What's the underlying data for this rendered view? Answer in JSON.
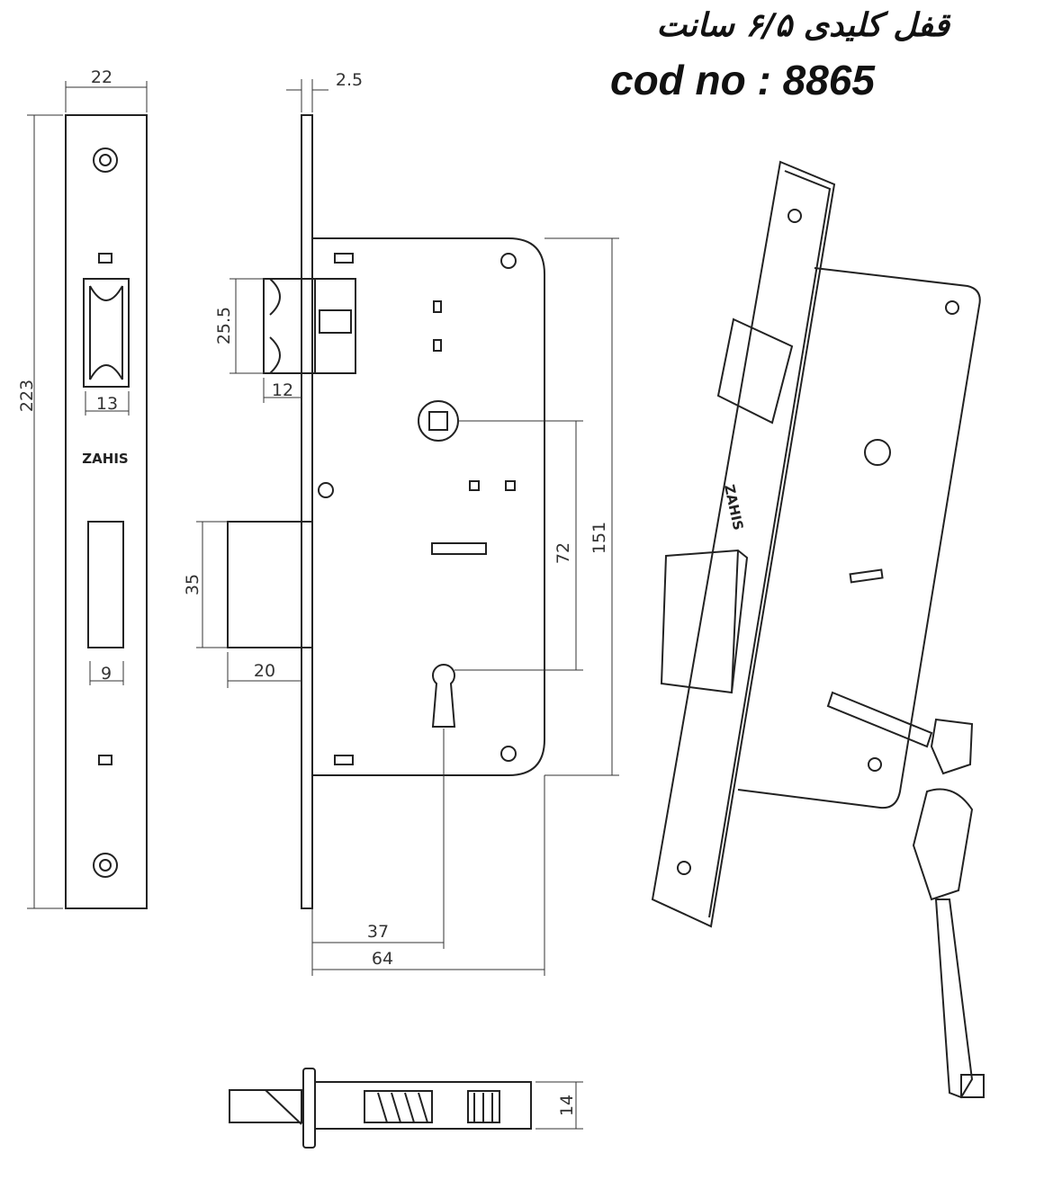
{
  "header": {
    "title": "قفل کلیدی ۶/۵ سانت",
    "code": "cod no : 8865"
  },
  "front_view": {
    "brand": "ZAHIS",
    "dims": {
      "width": "22",
      "height": "223",
      "latch_width": "13",
      "bolt_width": "9"
    }
  },
  "side_view": {
    "dims": {
      "plate_thickness": "2.5",
      "latch_height": "25.5",
      "latch_projection": "12",
      "bolt_height": "35",
      "bolt_projection": "20",
      "case_height": "151",
      "center_distance": "72",
      "backset": "37",
      "case_depth": "64"
    }
  },
  "bottom_view": {
    "dims": {
      "thickness": "14"
    }
  },
  "perspective_view": {
    "brand": "ZAHIS"
  }
}
